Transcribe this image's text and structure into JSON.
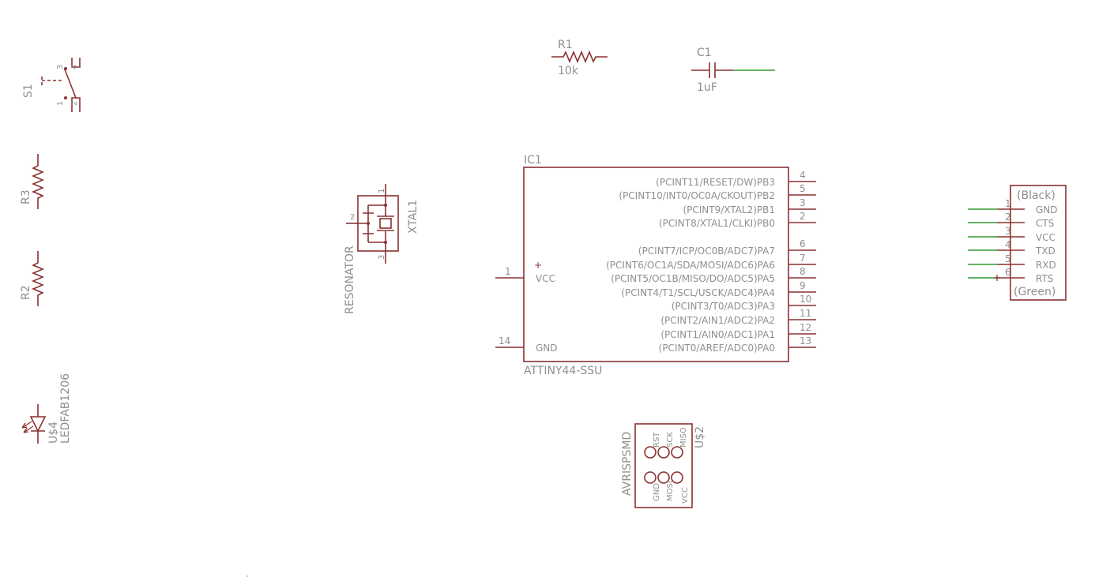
{
  "colors": {
    "symbol": "#8b3030",
    "net": "#2e9b2e",
    "text": "#8f8f8f",
    "background": "#ffffff"
  },
  "components": {
    "s1": {
      "name": "S1",
      "pins": [
        "1",
        "2",
        "3",
        "4"
      ]
    },
    "r1": {
      "name": "R1",
      "value": "10k"
    },
    "c1": {
      "name": "C1",
      "value": "1uF"
    },
    "r3": {
      "name": "R3"
    },
    "r2": {
      "name": "R2"
    },
    "xtal1": {
      "name": "XTAL1",
      "value": "RESONATOR",
      "pins": [
        "1",
        "2",
        "3"
      ]
    },
    "led": {
      "name": "U$4",
      "value": "LEDFAB1206"
    },
    "ic1": {
      "name": "IC1",
      "value": "ATTINY44-SSU",
      "left_pins": [
        {
          "num": "1",
          "name": "VCC"
        },
        {
          "num": "14",
          "name": "GND"
        }
      ],
      "right_pins": [
        {
          "num": "4",
          "name": "(PCINT11/RESET/DW)PB3"
        },
        {
          "num": "5",
          "name": "(PCINT10/INT0/OC0A/CKOUT)PB2"
        },
        {
          "num": "3",
          "name": "(PCINT9/XTAL2)PB1"
        },
        {
          "num": "2",
          "name": "(PCINT8/XTAL1/CLKI)PB0"
        },
        {
          "num": "6",
          "name": "(PCINT7/ICP/OC0B/ADC7)PA7"
        },
        {
          "num": "7",
          "name": "(PCINT6/OC1A/SDA/MOSI/ADC6)PA6"
        },
        {
          "num": "8",
          "name": "(PCINT5/OC1B/MISO/DO/ADC5)PA5"
        },
        {
          "num": "9",
          "name": "(PCINT4/T1/SCL/USCK/ADC4)PA4"
        },
        {
          "num": "10",
          "name": "(PCINT3/T0/ADC3)PA3"
        },
        {
          "num": "11",
          "name": "(PCINT2/AIN1/ADC2)PA2"
        },
        {
          "num": "12",
          "name": "(PCINT1/AIN0/ADC1)PA1"
        },
        {
          "num": "13",
          "name": "(PCINT0/AREF/ADC0)PA0"
        }
      ]
    },
    "ftdi": {
      "top_label": "(Black)",
      "bottom_label": "(Green)",
      "pins": [
        {
          "num": "1",
          "name": "GND"
        },
        {
          "num": "2",
          "name": "CTS"
        },
        {
          "num": "3",
          "name": "VCC"
        },
        {
          "num": "4",
          "name": "TXD"
        },
        {
          "num": "5",
          "name": "RXD"
        },
        {
          "num": "6",
          "name": "RTS"
        }
      ]
    },
    "isp": {
      "name": "U$2",
      "value": "AVRISPSMD",
      "top_pins": [
        "RST",
        "SCK",
        "MISO"
      ],
      "bottom_pins": [
        "GND",
        "MOSI",
        "VCC"
      ]
    }
  }
}
